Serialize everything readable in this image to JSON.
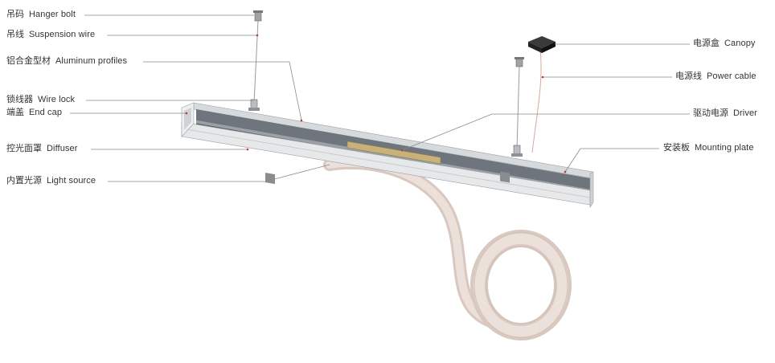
{
  "labels": {
    "hanger_bolt": {
      "zh": "吊码",
      "en": "Hanger bolt"
    },
    "suspension_wire": {
      "zh": "吊线",
      "en": "Suspension wire"
    },
    "aluminum_profiles": {
      "zh": "铝合金型材",
      "en": "Aluminum profiles"
    },
    "wire_lock": {
      "zh": "锁线器",
      "en": "Wire lock"
    },
    "end_cap": {
      "zh": "端盖",
      "en": "End cap"
    },
    "diffuser": {
      "zh": "控光面罩",
      "en": "Diffuser"
    },
    "light_source": {
      "zh": "内置光源",
      "en": "Light source"
    },
    "canopy": {
      "zh": "电源盒",
      "en": "Canopy"
    },
    "power_cable": {
      "zh": "电源线",
      "en": "Power cable"
    },
    "driver": {
      "zh": "驱动电源",
      "en": "Driver"
    },
    "mounting_plate": {
      "zh": "安装板",
      "en": "Mounting plate"
    }
  },
  "colors": {
    "leader_line": "#8a8a8a",
    "label_text": "#333333",
    "profile_body": "#bfc3c8",
    "profile_dark": "#6f757c",
    "driver": "#c8b27a",
    "led_strip": "#e6d6cf",
    "canopy": "#2b2b2b",
    "marker_dot": "#c0392b"
  }
}
